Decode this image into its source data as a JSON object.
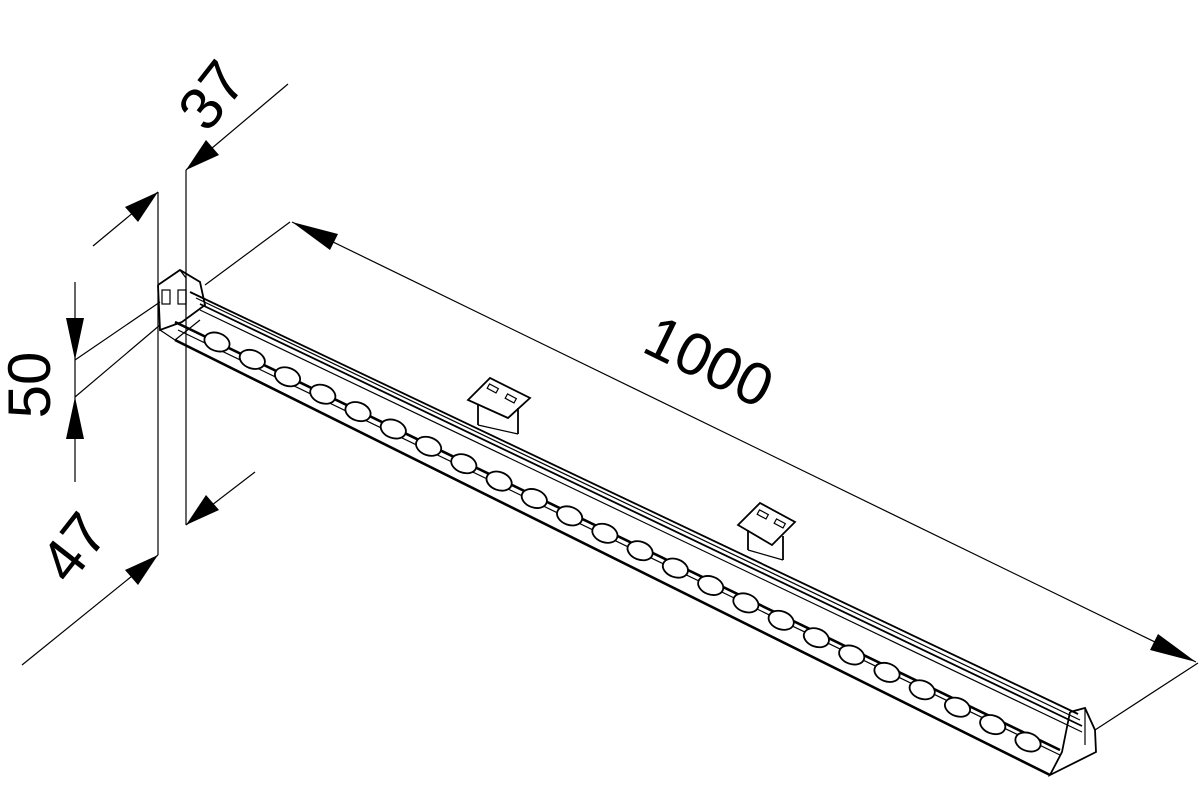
{
  "dimensions": {
    "length": "1000",
    "depth": "37",
    "height": "50",
    "width": "47"
  },
  "led_count": 24,
  "bracket_count": 2
}
